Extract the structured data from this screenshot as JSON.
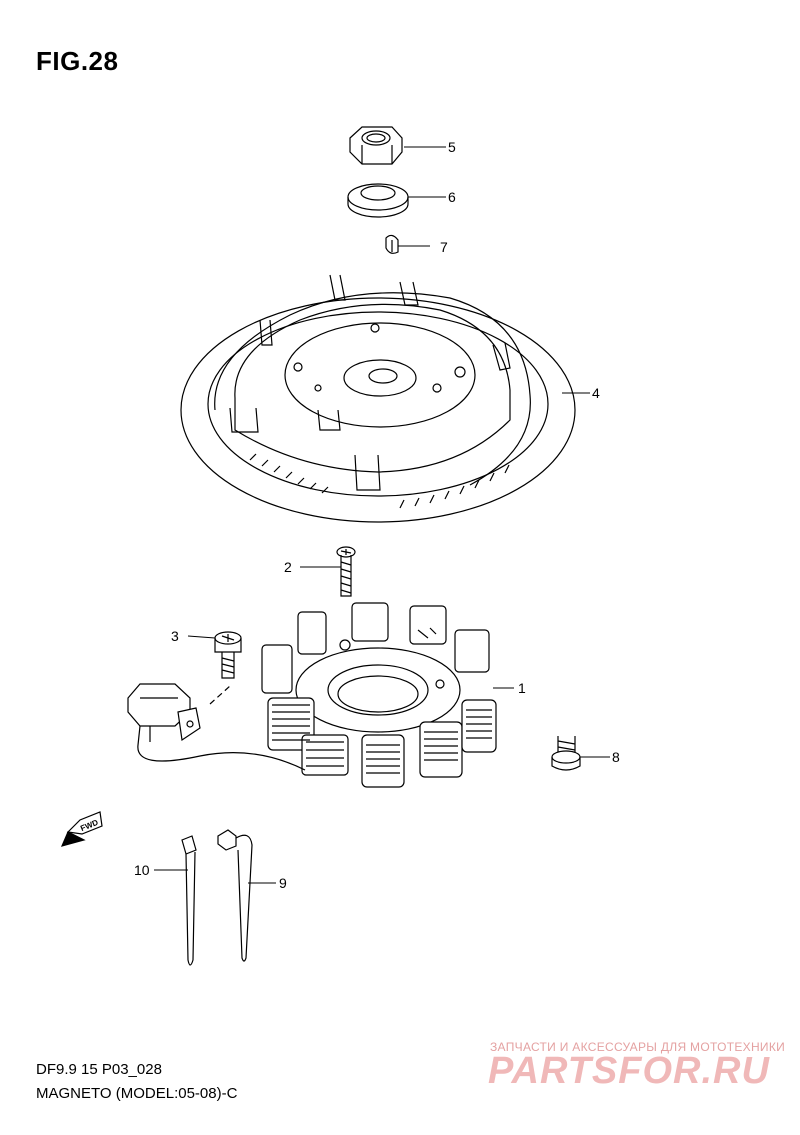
{
  "figure": {
    "title": "FIG.28",
    "model_code": "DF9.9 15 P03_028",
    "caption": "MAGNETO (MODEL:05-08)-C"
  },
  "callouts": [
    "1",
    "2",
    "3",
    "4",
    "5",
    "6",
    "7",
    "8",
    "9",
    "10"
  ],
  "fwd_label": "FWD",
  "watermark": {
    "tagline": "ЗАПЧАСТИ И АКСЕССУАРЫ ДЛЯ МОТОТЕХНИКИ",
    "logo": "PARTSFOR.RU"
  }
}
